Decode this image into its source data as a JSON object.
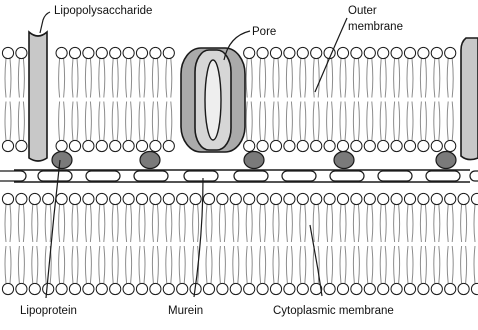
{
  "labels": {
    "lipopolysaccharide": "Lipopolysaccharide",
    "pore": "Pore",
    "outer_membrane": "Outer\nmembrane",
    "lipoprotein": "Lipoprotein",
    "murein": "Murein",
    "cytoplasmic_membrane": "Cytoplasmic membrane"
  },
  "colors": {
    "background": "#ffffff",
    "outline": "#1a1a1a",
    "lipid_head": "#ffffff",
    "lipid_tail": "#8c8c8c",
    "protein_fill": "#c8c8c8",
    "pore_fill": "#aaaaaa",
    "lipoprotein_fill": "#7a7a7a"
  }
}
